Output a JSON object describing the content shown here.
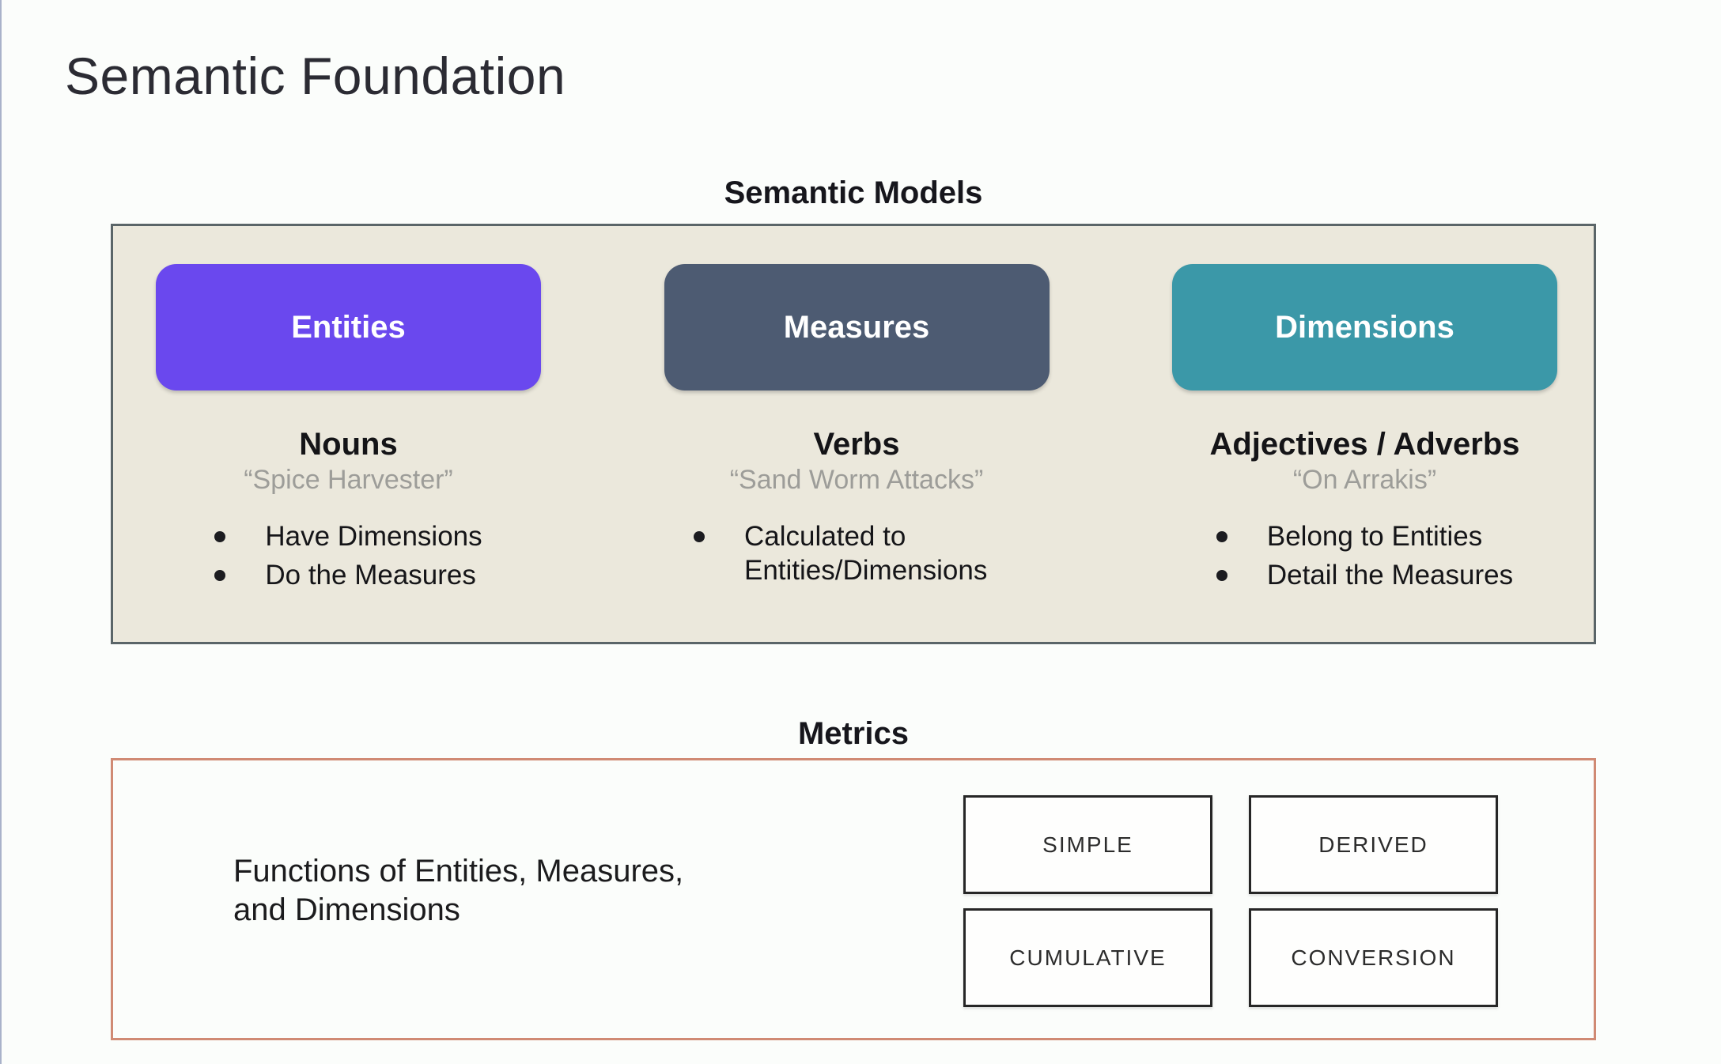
{
  "page": {
    "title": "Semantic Foundation"
  },
  "semantic_models": {
    "heading": "Semantic Models",
    "columns": [
      {
        "pill": "Entities",
        "word_type": "Nouns",
        "example": "“Spice Harvester”",
        "bullets": [
          "Have Dimensions",
          "Do the Measures"
        ]
      },
      {
        "pill": "Measures",
        "word_type": "Verbs",
        "example": "“Sand Worm Attacks”",
        "bullets": [
          "Calculated to Entities/Dimensions"
        ]
      },
      {
        "pill": "Dimensions",
        "word_type": "Adjectives / Adverbs",
        "example": "“On Arrakis”",
        "bullets": [
          "Belong to Entities",
          "Detail the Measures"
        ]
      }
    ]
  },
  "metrics": {
    "heading": "Metrics",
    "description_line1": "Functions of Entities, Measures,",
    "description_line2": "and Dimensions",
    "types": [
      "SIMPLE",
      "DERIVED",
      "CUMULATIVE",
      "CONVERSION"
    ]
  },
  "colors": {
    "entities_pill": "#6a48ee",
    "measures_pill": "#4d5b72",
    "dimensions_pill": "#3b98a8",
    "panel_background": "#ebe8dc",
    "panel_border": "#5a6568",
    "metrics_border": "#d08a74"
  }
}
